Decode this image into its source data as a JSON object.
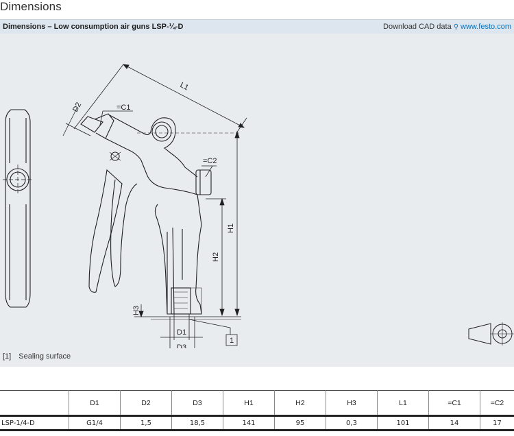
{
  "page_title": "Dimensions",
  "panel": {
    "title": "Dimensions – Low consumption air guns LSP-¼-D",
    "cad_label": "Download CAD data",
    "cad_url": "www.festo.com",
    "link_icon": "external-link-icon"
  },
  "drawing": {
    "labels": {
      "l1": "L1",
      "d2": "D2",
      "c1": "=C1",
      "c2": "=C2",
      "h1": "H1",
      "h2": "H2",
      "h3": "H3",
      "d1": "D1",
      "d3": "D3",
      "callout": "1"
    }
  },
  "footnote": {
    "number": "[1]",
    "text": "Sealing surface"
  },
  "table": {
    "headers": [
      "",
      "D1",
      "D2",
      "D3",
      "H1",
      "H2",
      "H3",
      "L1",
      "=C1",
      "=C2"
    ],
    "rows": [
      [
        "LSP-1/4-D",
        "G1/4",
        "1,5",
        "18,5",
        "141",
        "95",
        "0,3",
        "101",
        "14",
        "17"
      ]
    ]
  }
}
